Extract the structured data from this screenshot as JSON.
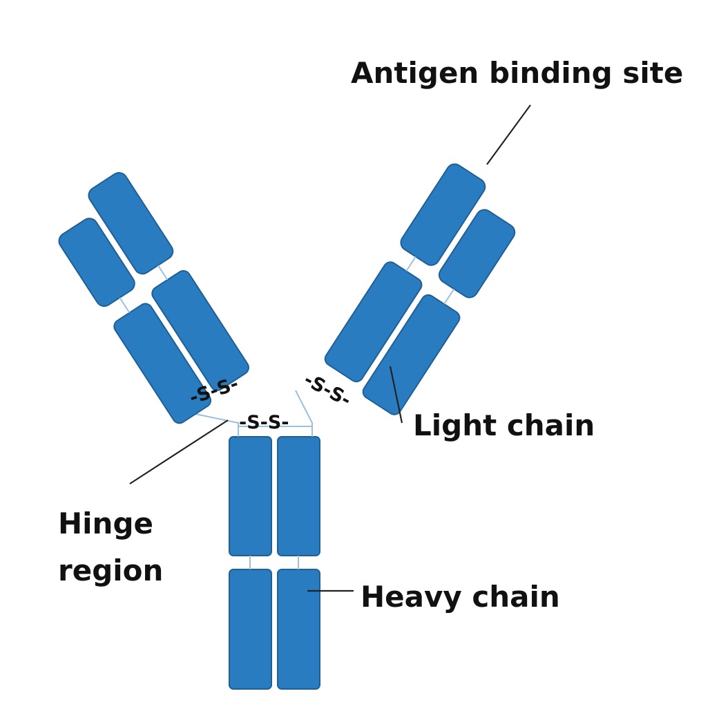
{
  "labels": {
    "antigen_binding_site": "Antigen binding site",
    "light_chain": "Light chain",
    "hinge_line1": "Hinge",
    "hinge_line2": "region",
    "heavy_chain": "Heavy chain"
  },
  "disulfide": {
    "left_arm": "-S-S-",
    "right_arm": "-S-S-",
    "hinge": "-S-S-"
  },
  "colors": {
    "domain_fill": "#2a7cc1",
    "domain_stroke": "#1e5f96",
    "linker": "#9cc0dd",
    "text": "#111111"
  }
}
